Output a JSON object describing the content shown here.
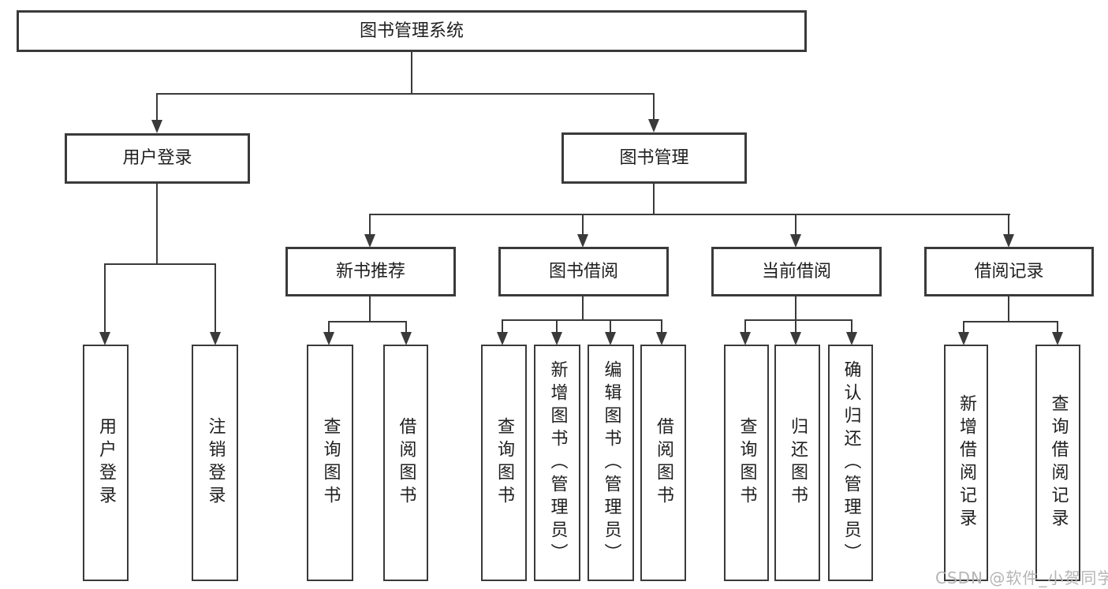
{
  "diagram_title": "图书管理系统",
  "colors": {
    "line": "#3a3a3a",
    "text": "#1f1f1f",
    "background": "#ffffff",
    "watermark": "#b5b5b5"
  },
  "watermark": {
    "text": "CSDN @软件_小贺同学"
  },
  "tree": {
    "label": "图书管理系统",
    "children": [
      {
        "label": "用户登录",
        "children": [
          {
            "label": "用户登录"
          },
          {
            "label": "注销登录"
          }
        ]
      },
      {
        "label": "图书管理",
        "children": [
          {
            "label": "新书推荐",
            "children": [
              {
                "label": "查询图书"
              },
              {
                "label": "借阅图书"
              }
            ]
          },
          {
            "label": "图书借阅",
            "children": [
              {
                "label": "查询图书"
              },
              {
                "label": "新增图书（管理员）"
              },
              {
                "label": "编辑图书（管理员）"
              },
              {
                "label": "借阅图书"
              }
            ]
          },
          {
            "label": "当前借阅",
            "children": [
              {
                "label": "查询图书"
              },
              {
                "label": "归还图书"
              },
              {
                "label": "确认归还（管理员）"
              }
            ]
          },
          {
            "label": "借阅记录",
            "children": [
              {
                "label": "新增借阅记录"
              },
              {
                "label": "查询借阅记录"
              }
            ]
          }
        ]
      }
    ]
  }
}
